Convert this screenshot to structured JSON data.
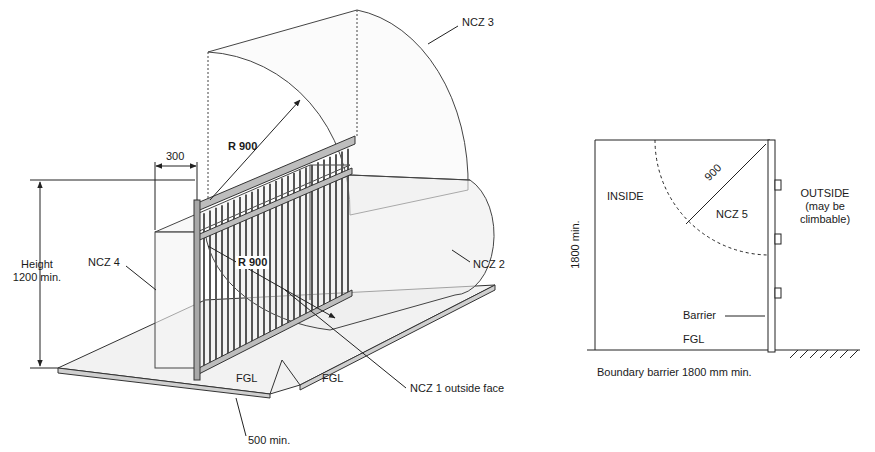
{
  "diagram": {
    "labels": [
      "NCZ 3",
      "R 900",
      "300",
      "Height 1200 min.",
      "NCZ 4",
      "R 900",
      "NCZ 2",
      "NCZ 1 outside face",
      "FGL",
      "FGL",
      "500 min.",
      "INSIDE",
      "900",
      "NCZ 5",
      "OUTSIDE (may be climbable)",
      "1800 min.",
      "Barrier",
      "FGL",
      "Boundary barrier 1800 mm min."
    ]
  }
}
